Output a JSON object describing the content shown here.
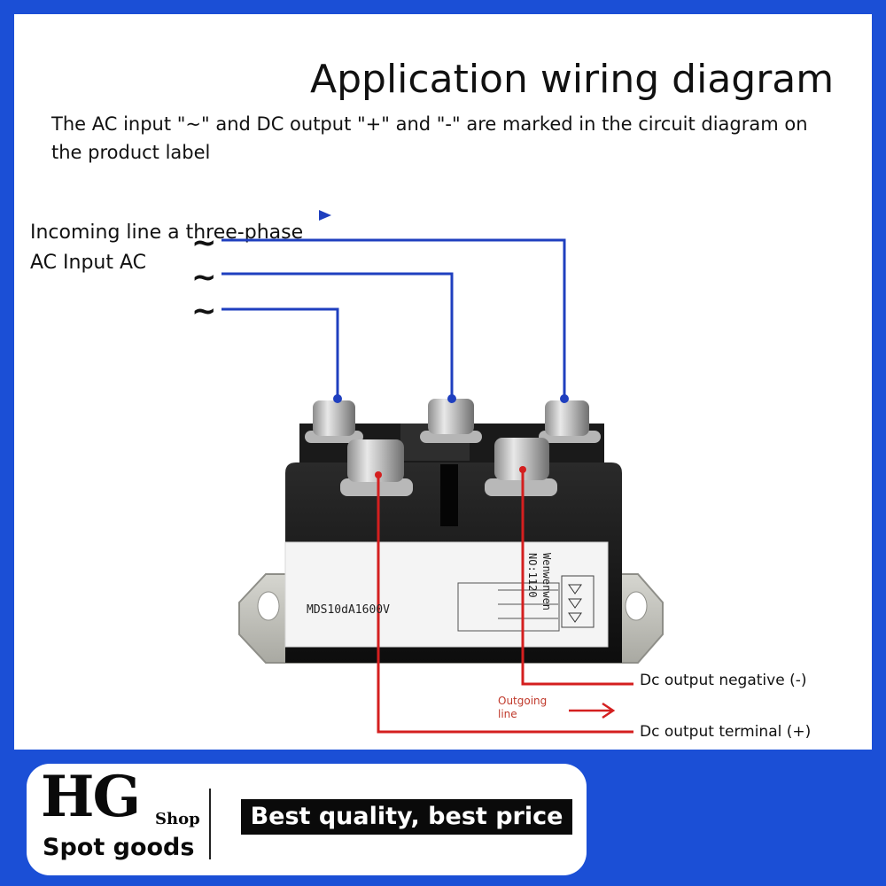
{
  "title": "Application wiring diagram",
  "description": "The AC input \"~\" and DC output \"+\" and \"-\" are marked in the circuit diagram on the product label",
  "input": {
    "label_line1": "Incoming line a three-phase",
    "label_line2": "AC Input AC",
    "symbol": "~"
  },
  "module": {
    "model": "MDS10dA1600V",
    "maker": "Wenwenwen",
    "number": "NO:1120"
  },
  "outputs": {
    "negative": "Dc output negative (-)",
    "positive": "Dc output terminal (+)",
    "outgoing_line1": "Outgoing",
    "outgoing_line2": "line"
  },
  "banner": {
    "brand": "HG",
    "shop": "Shop",
    "tagline": "Spot goods",
    "slogan": "Best quality, best price"
  },
  "colors": {
    "frame": "#1b4fd6",
    "ac_wire": "#1f3fbf",
    "dc_wire": "#d41f1f"
  }
}
